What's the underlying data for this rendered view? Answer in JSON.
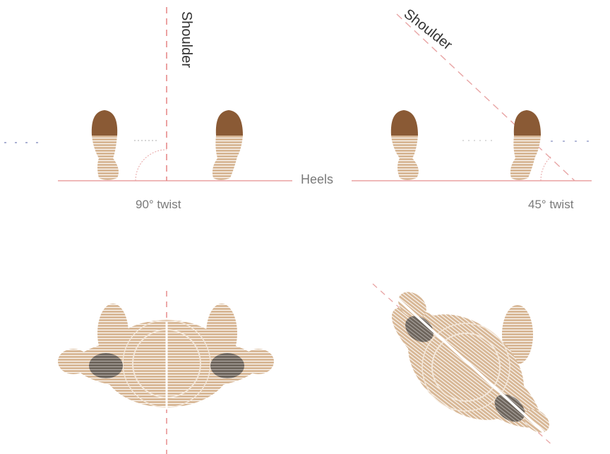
{
  "labels": {
    "shoulder_left": "Shoulder",
    "shoulder_right": "Shoulder",
    "heels": "Heels",
    "twist_left": "90° twist",
    "twist_right": "45° twist"
  },
  "colors": {
    "toe": "#8a5a35",
    "body": "#d8b897",
    "stripe": "#ffffff",
    "shoe_dark": "#6e655c",
    "heel_line": "#e58f8f",
    "shoulder_line": "#e37b7b",
    "label": "#7a7a7a"
  }
}
